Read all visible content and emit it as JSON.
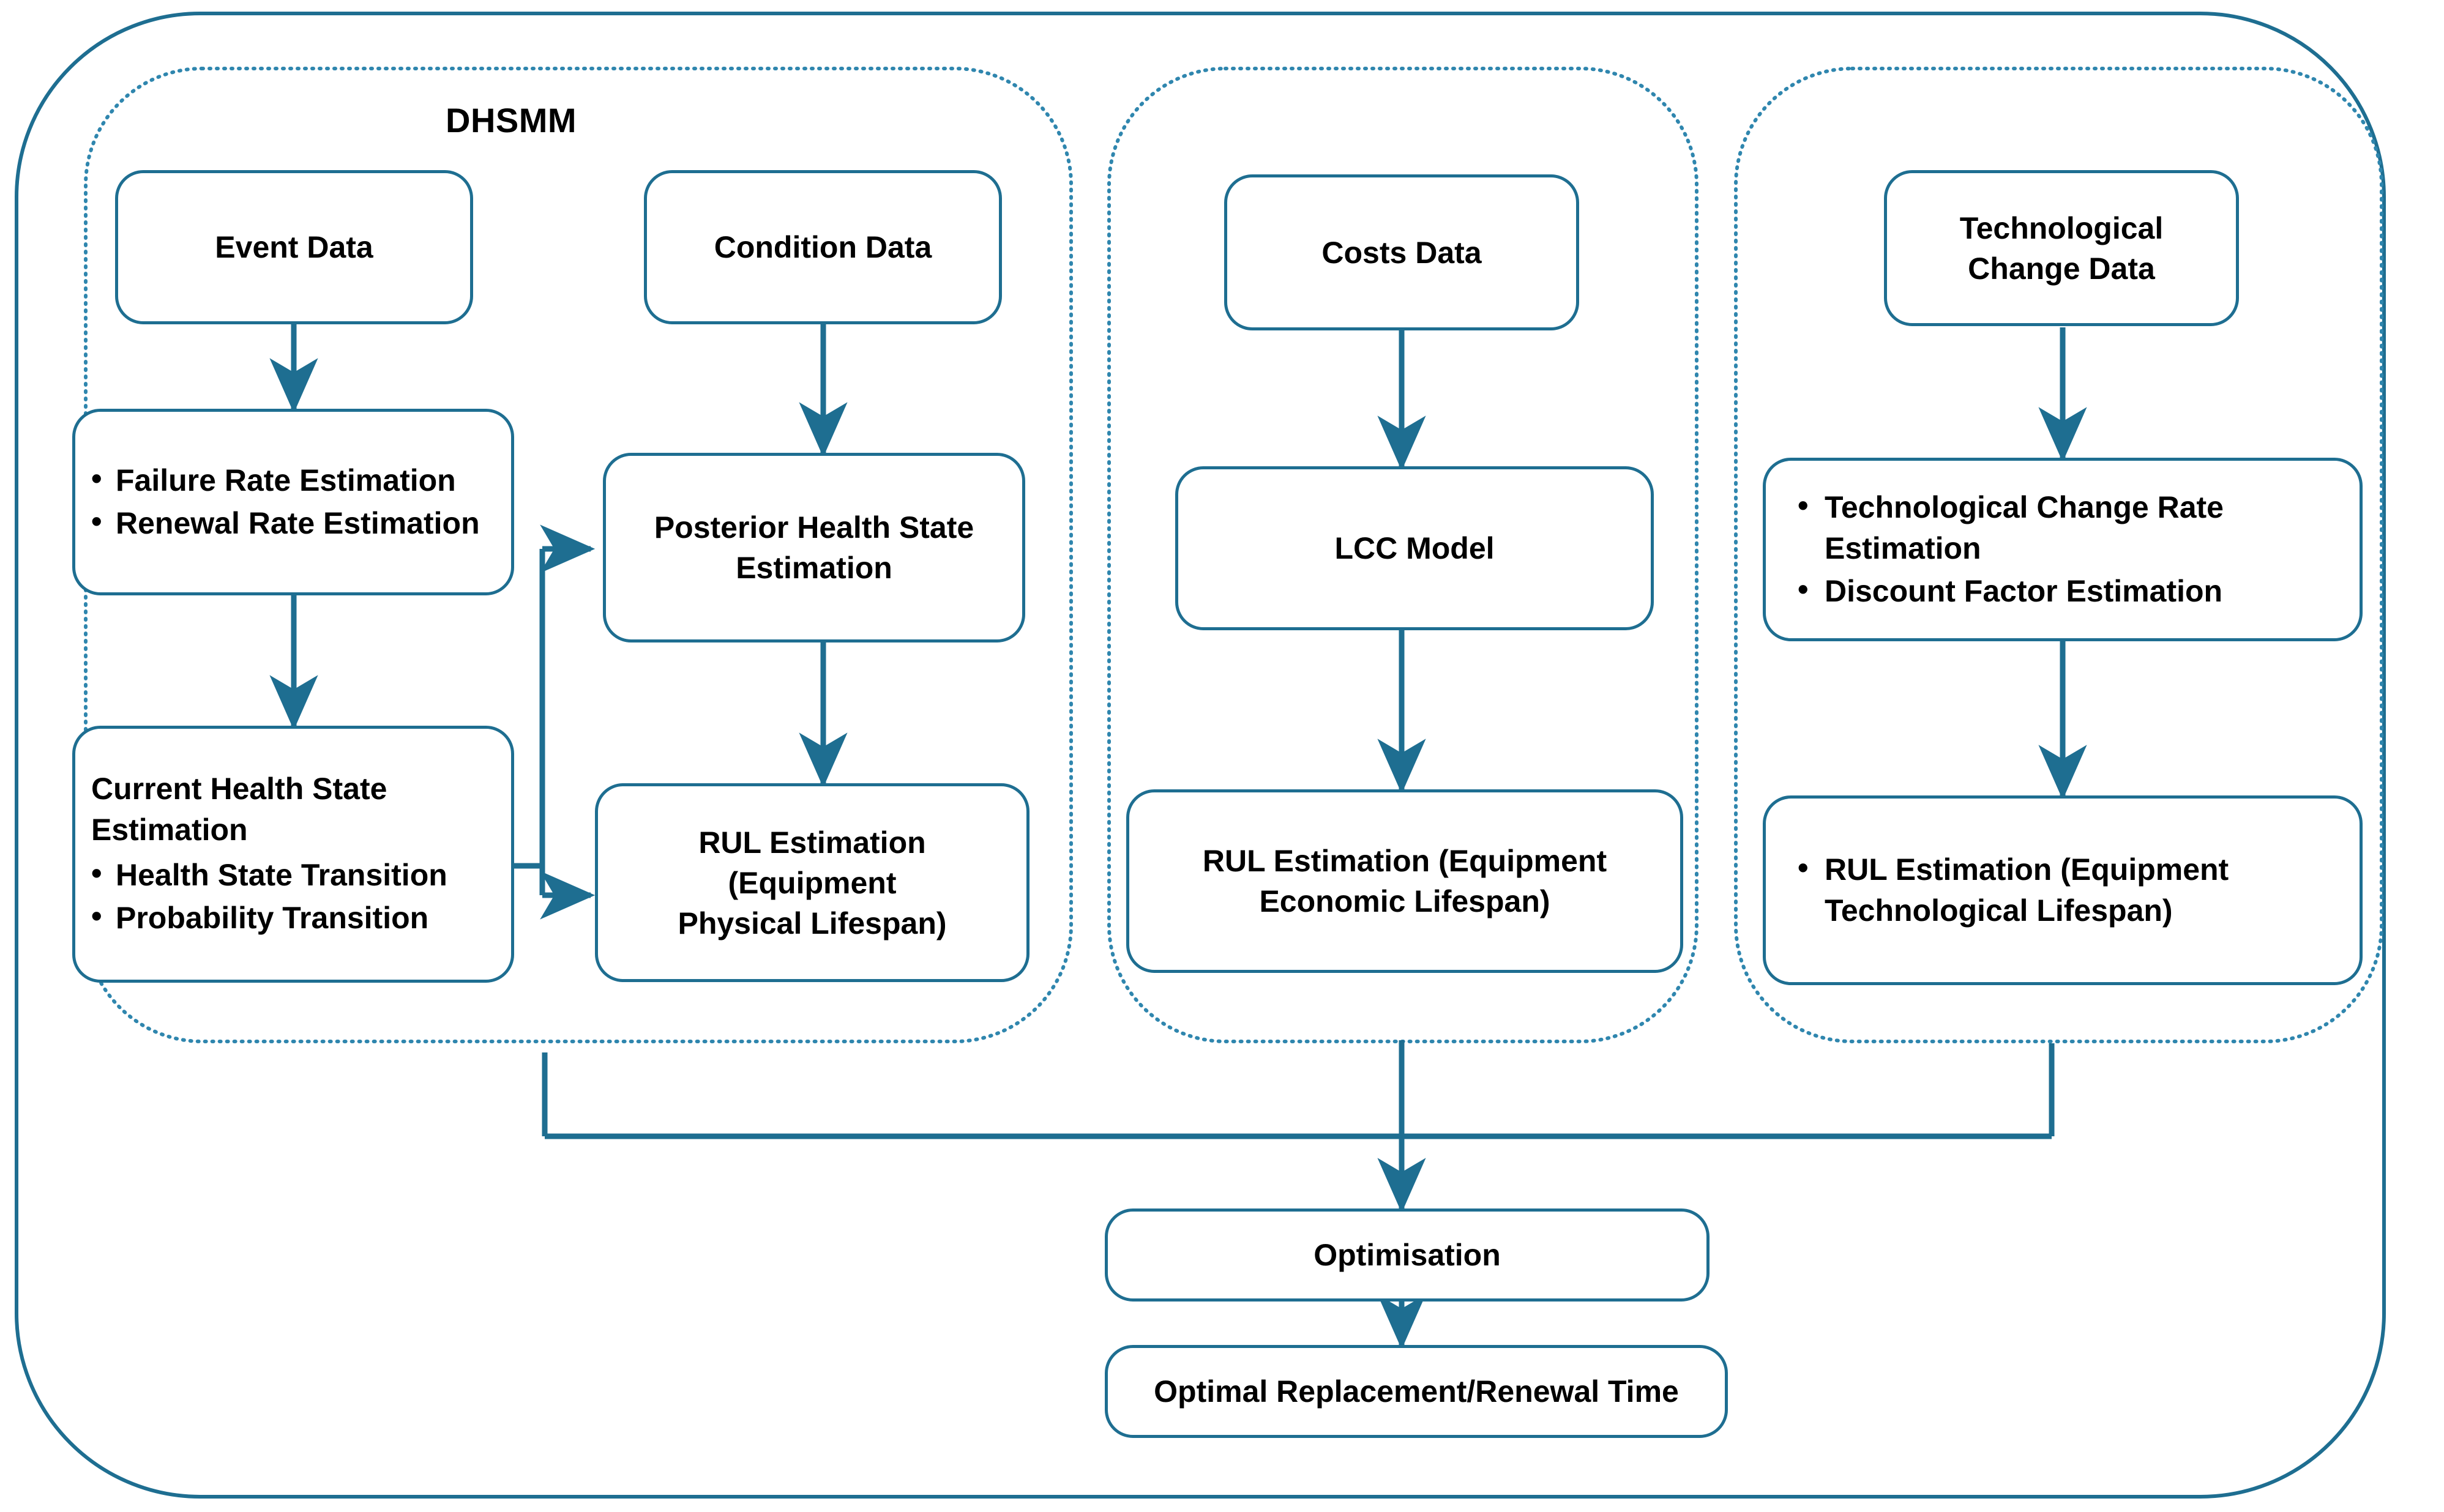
{
  "diagram": {
    "title_label": "DHSMM",
    "accent_color": "#1e6e91",
    "group_border_color": "#2a7fa8",
    "text_color": "#000000",
    "background": "#ffffff"
  },
  "groups": [
    {
      "name": "dhsmm-group",
      "label": "DHSMM"
    },
    {
      "name": "costs-group",
      "label": ""
    },
    {
      "name": "technological-change-group",
      "label": ""
    }
  ],
  "nodes": {
    "event_data": {
      "label": "Event Data"
    },
    "condition_data": {
      "label": "Condition Data"
    },
    "costs_data": {
      "label": "Costs Data"
    },
    "technological_change_data": {
      "line1": "Technological",
      "line2": "Change Data"
    },
    "rate_estimation": {
      "bullets": [
        "Failure Rate Estimation",
        "Renewal Rate Estimation"
      ]
    },
    "posterior_health_state": {
      "line1": "Posterior Health State",
      "line2": "Estimation"
    },
    "lcc_model": {
      "label": "LCC Model"
    },
    "tech_change_rate": {
      "bullets": [
        "Technological Change Rate Estimation",
        "Discount Factor Estimation"
      ]
    },
    "current_health_state": {
      "lead1": "Current Health State",
      "lead2": "Estimation",
      "bullets": [
        "Health State Transition",
        "Probability Transition"
      ]
    },
    "rul_physical": {
      "line1": "RUL Estimation",
      "line2": "(Equipment",
      "line3": "Physical Lifespan)"
    },
    "rul_economic": {
      "line1": "RUL Estimation (Equipment",
      "line2": "Economic Lifespan)"
    },
    "rul_technological": {
      "bullets": [
        "RUL Estimation (Equipment Technological Lifespan)"
      ]
    },
    "optimisation": {
      "label": "Optimisation"
    },
    "optimal_time": {
      "label": "Optimal Replacement/Renewal Time"
    }
  },
  "chart_data": {
    "type": "diagram",
    "title": "DHSMM-based equipment replacement/renewal decision framework",
    "flow_nodes": [
      "Event Data",
      "Condition Data",
      "Costs Data",
      "Technological Change Data",
      "Failure Rate Estimation / Renewal Rate Estimation",
      "Posterior Health State Estimation",
      "LCC Model",
      "Technological Change Rate Estimation / Discount Factor Estimation",
      "Current Health State Estimation (Health State Transition, Probability Transition)",
      "RUL Estimation (Equipment Physical Lifespan)",
      "RUL Estimation (Equipment Economic Lifespan)",
      "RUL Estimation (Equipment Technological Lifespan)",
      "Optimisation",
      "Optimal Replacement/Renewal Time"
    ],
    "edges": [
      [
        "Event Data",
        "Failure Rate Estimation / Renewal Rate Estimation"
      ],
      [
        "Failure Rate Estimation / Renewal Rate Estimation",
        "Current Health State Estimation"
      ],
      [
        "Current Health State Estimation",
        "Posterior Health State Estimation"
      ],
      [
        "Current Health State Estimation",
        "RUL Estimation (Equipment Physical Lifespan)"
      ],
      [
        "Condition Data",
        "Posterior Health State Estimation"
      ],
      [
        "Posterior Health State Estimation",
        "RUL Estimation (Equipment Physical Lifespan)"
      ],
      [
        "Costs Data",
        "LCC Model"
      ],
      [
        "LCC Model",
        "RUL Estimation (Equipment Economic Lifespan)"
      ],
      [
        "Technological Change Data",
        "Technological Change Rate Estimation / Discount Factor Estimation"
      ],
      [
        "Technological Change Rate Estimation / Discount Factor Estimation",
        "RUL Estimation (Equipment Technological Lifespan)"
      ],
      [
        "RUL Estimation (Equipment Physical Lifespan)",
        "Optimisation"
      ],
      [
        "RUL Estimation (Equipment Economic Lifespan)",
        "Optimisation"
      ],
      [
        "RUL Estimation (Equipment Technological Lifespan)",
        "Optimisation"
      ],
      [
        "Optimisation",
        "Optimal Replacement/Renewal Time"
      ]
    ]
  }
}
